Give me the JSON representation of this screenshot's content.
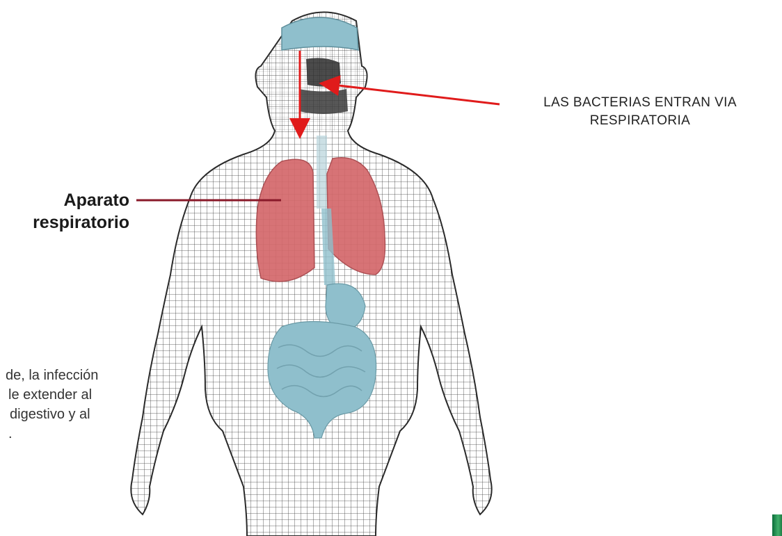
{
  "labels": {
    "respiratory_system": [
      "Aparato",
      "respiratorio"
    ],
    "bacteria_entry": [
      "LAS BACTERIAS ENTRAN VIA",
      "RESPIRATORIA"
    ],
    "infection_note": [
      "de, la infección",
      "le extender al",
      "digestivo y al",
      "."
    ]
  },
  "colors": {
    "lungs": "#d4686b",
    "organs": "#8fbfcc",
    "arrow": "#e01b1b",
    "pointer": "#8a1a2a",
    "mesh": "#3a3a3a",
    "logo": "#1f8a4c"
  }
}
